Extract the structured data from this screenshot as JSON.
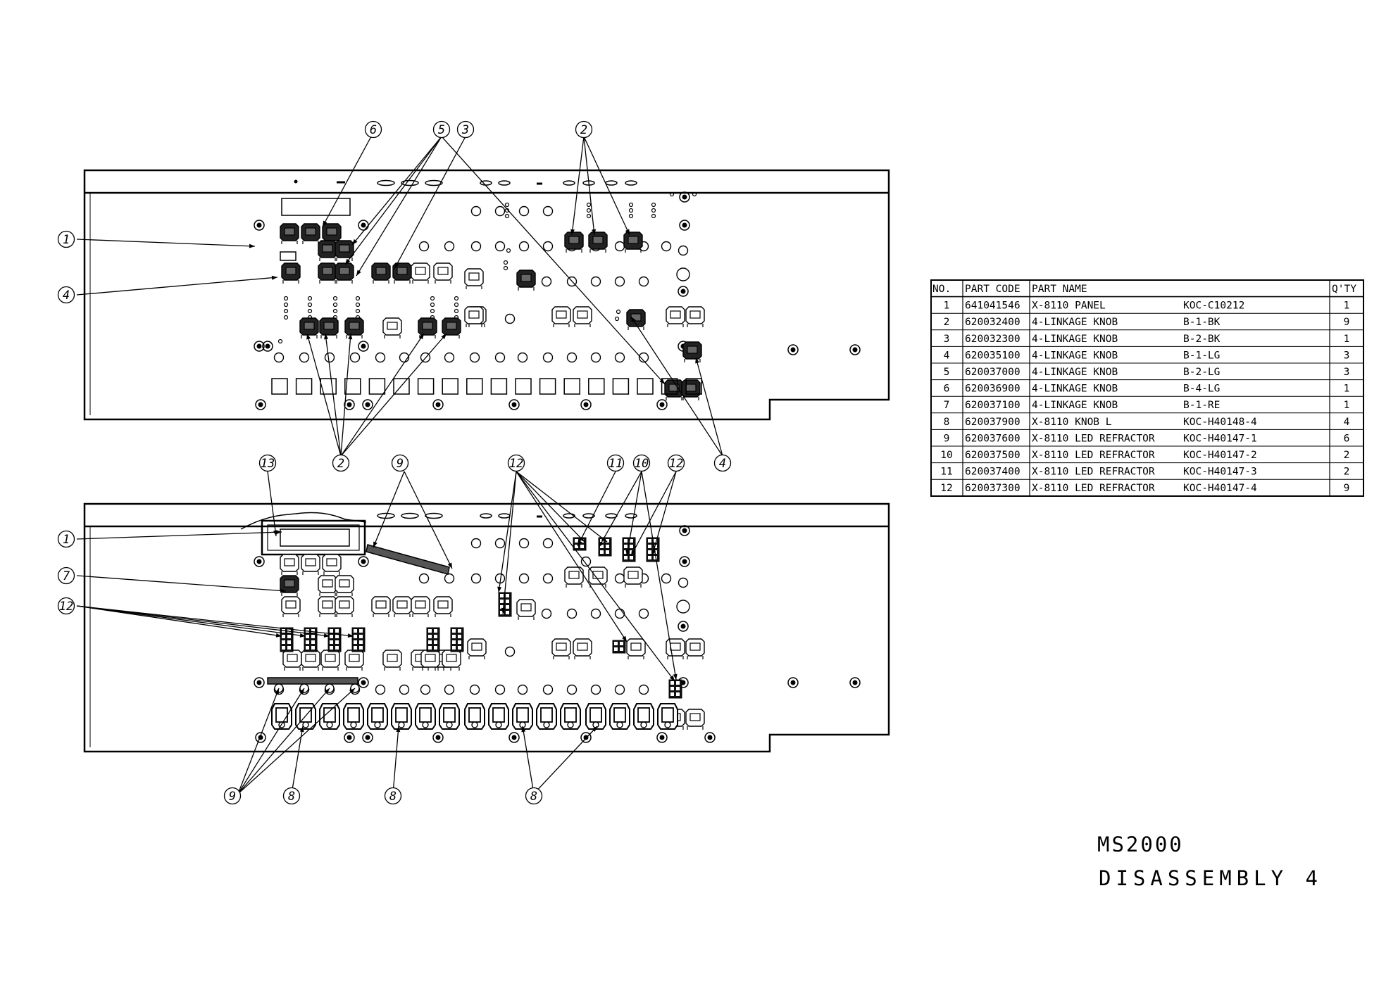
{
  "title": {
    "model": "MS2000",
    "subtitle": "DISASSEMBLY 4"
  },
  "parts_table": {
    "headers": [
      "NO.",
      "PART CODE",
      "PART NAME",
      "",
      "Q'TY"
    ],
    "rows": [
      [
        "1",
        "641041546",
        "X-8110 PANEL",
        "KOC-C10212",
        "1"
      ],
      [
        "2",
        "620032400",
        "4-LINKAGE KNOB",
        "B-1-BK",
        "9"
      ],
      [
        "3",
        "620032300",
        "4-LINKAGE KNOB",
        "B-2-BK",
        "1"
      ],
      [
        "4",
        "620035100",
        "4-LINKAGE KNOB",
        "B-1-LG",
        "3"
      ],
      [
        "5",
        "620037000",
        "4-LINKAGE KNOB",
        "B-2-LG",
        "3"
      ],
      [
        "6",
        "620036900",
        "4-LINKAGE KNOB",
        "B-4-LG",
        "1"
      ],
      [
        "7",
        "620037100",
        "4-LINKAGE KNOB",
        "B-1-RE",
        "1"
      ],
      [
        "8",
        "620037900",
        "X-8110 KNOB L",
        "KOC-H40148-4",
        "4"
      ],
      [
        "9",
        "620037600",
        "X-8110 LED REFRACTOR",
        "KOC-H40147-1",
        "6"
      ],
      [
        "10",
        "620037500",
        "X-8110 LED REFRACTOR",
        "KOC-H40147-2",
        "2"
      ],
      [
        "11",
        "620037400",
        "X-8110 LED REFRACTOR",
        "KOC-H40147-3",
        "2"
      ],
      [
        "12",
        "620037300",
        "X-8110 LED REFRACTOR",
        "KOC-H40147-4",
        "9"
      ]
    ]
  },
  "callouts_top": [
    "6",
    "5",
    "3",
    "2",
    "1",
    "4",
    "2",
    "4"
  ],
  "callouts_bottom": [
    "13",
    "9",
    "12",
    "11",
    "10",
    "12",
    "1",
    "7",
    "12",
    "9",
    "8",
    "8",
    "8"
  ]
}
